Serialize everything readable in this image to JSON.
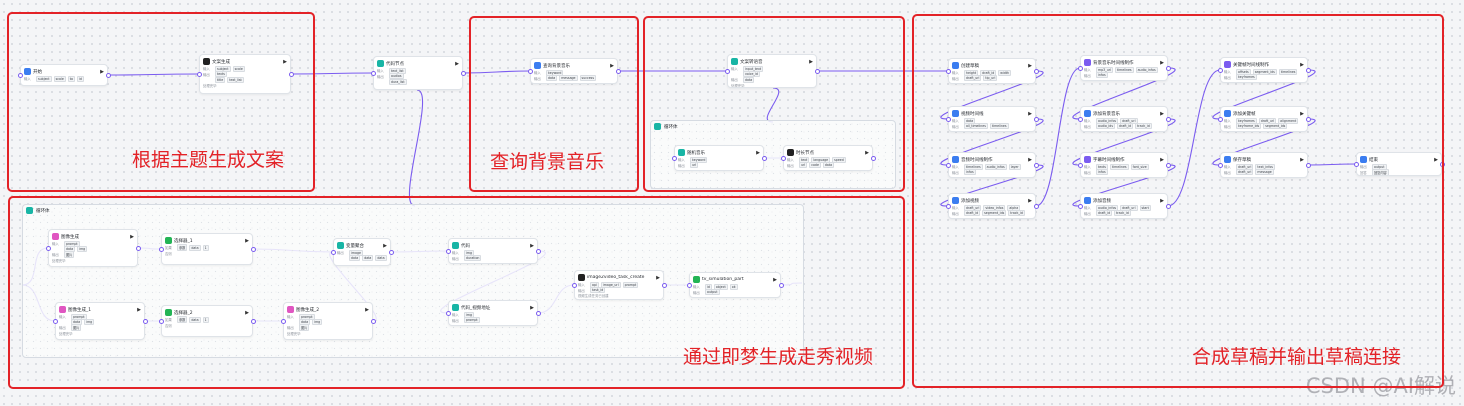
{
  "sections": [
    {
      "caption": "根据主题生成文案"
    },
    {
      "caption": "查询背景音乐"
    },
    {
      "caption": ""
    },
    {
      "caption": "通过即梦生成走秀视频"
    },
    {
      "caption": "合成草稿并输出草稿连接"
    }
  ],
  "groups": {
    "music_loop": {
      "title": "循环体"
    },
    "video_loop": {
      "title": "循环体"
    }
  },
  "nodes": {
    "start": {
      "title": "开始",
      "rows": [
        {
          "key": "输入",
          "chips": [
            "subject",
            "scale",
            "ta",
            "id"
          ]
        }
      ]
    },
    "llm1": {
      "title": "文案生成",
      "rows": [
        {
          "key": "输入",
          "chips": [
            "subject",
            "scale"
          ]
        },
        {
          "key": "输出",
          "chips": [
            "texts"
          ]
        },
        {
          "key": "",
          "chips": [
            "title",
            "text_list"
          ]
        }
      ],
      "sub": "处理完毕"
    },
    "code1": {
      "title": "代码节点",
      "rows": [
        {
          "key": "输入",
          "chips": [
            "text_list"
          ]
        },
        {
          "key": "输出",
          "chips": [
            "audios"
          ]
        },
        {
          "key": "",
          "chips": [
            "dura_list"
          ]
        }
      ]
    },
    "music": {
      "title": "查询背景音乐",
      "rows": [
        {
          "key": "输入",
          "chips": [
            "keyword"
          ]
        },
        {
          "key": "输出",
          "chips": [
            "data",
            "message",
            "success"
          ]
        }
      ]
    },
    "audio": {
      "title": "文案转语音",
      "rows": [
        {
          "key": "输入",
          "chips": [
            "input_text"
          ]
        },
        {
          "key": "",
          "chips": [
            "voice_id"
          ]
        },
        {
          "key": "输出",
          "chips": [
            "data"
          ]
        }
      ],
      "sub": "处理完毕"
    },
    "mloop_a": {
      "title": "随机音乐",
      "rows": [
        {
          "key": "输入",
          "chips": [
            "keyword"
          ]
        },
        {
          "key": "输出",
          "chips": [
            "url"
          ]
        }
      ]
    },
    "mloop_b": {
      "title": "时长节点",
      "rows": [
        {
          "key": "输入",
          "chips": [
            "text",
            "language",
            "speed"
          ]
        },
        {
          "key": "输出",
          "chips": [
            "url",
            "code",
            "data"
          ]
        }
      ]
    },
    "v_img1": {
      "title": "图像生成",
      "rows": [
        {
          "key": "输入",
          "chips": [
            "prompt"
          ]
        },
        {
          "key": "",
          "chips": [
            "data",
            "img"
          ]
        },
        {
          "key": "输出",
          "chips": [
            "图片"
          ]
        }
      ],
      "sub": "处理完毕"
    },
    "v_sel1": {
      "title": "选择器_1",
      "rows": [
        {
          "key": "如果",
          "chips": [
            "参数",
            "data",
            "1"
          ]
        },
        {
          "key": "否则",
          "chips": []
        }
      ]
    },
    "v_img2": {
      "title": "图像生成_1",
      "rows": [
        {
          "key": "输入",
          "chips": [
            "prompt"
          ]
        },
        {
          "key": "",
          "chips": [
            "data",
            "img"
          ]
        },
        {
          "key": "输出",
          "chips": [
            "图片"
          ]
        }
      ],
      "sub": "处理完毕"
    },
    "v_sel2": {
      "title": "选择器_2",
      "rows": [
        {
          "key": "如果",
          "chips": [
            "参数",
            "data",
            "1"
          ]
        },
        {
          "key": "否则",
          "chips": []
        }
      ]
    },
    "v_img3": {
      "title": "图像生成_2",
      "rows": [
        {
          "key": "输入",
          "chips": [
            "prompt"
          ]
        },
        {
          "key": "",
          "chips": [
            "data",
            "img"
          ]
        },
        {
          "key": "输出",
          "chips": [
            "图片"
          ]
        }
      ],
      "sub": "处理完毕"
    },
    "v_merge": {
      "title": "变量聚合",
      "rows": [
        {
          "key": "输出",
          "chips": [
            "image"
          ]
        },
        {
          "key": "",
          "chips": [
            "data",
            "data",
            "data"
          ]
        }
      ]
    },
    "v_code": {
      "title": "代码",
      "rows": [
        {
          "key": "输入",
          "chips": [
            "img"
          ]
        },
        {
          "key": "输出",
          "chips": [
            "duration"
          ]
        }
      ]
    },
    "v_gen": {
      "title": "image2video_task_create",
      "rows": [
        {
          "key": "输入",
          "chips": [
            "api",
            "image_url",
            "prompt"
          ]
        },
        {
          "key": "输出",
          "chips": [
            "task_id"
          ]
        }
      ],
      "sub": "视频生成任务已创建"
    },
    "v_query": {
      "title": "代码_视频地址",
      "rows": [
        {
          "key": "输入",
          "chips": [
            "img"
          ]
        },
        {
          "key": "输出",
          "chips": [
            "prompt"
          ]
        }
      ]
    },
    "v_part": {
      "title": "tv_simulation_part",
      "rows": [
        {
          "key": "输入",
          "chips": [
            "id",
            "object",
            "ok"
          ]
        },
        {
          "key": "输出",
          "chips": [
            "output"
          ]
        }
      ]
    },
    "c_a1": {
      "title": "创建草稿",
      "rows": [
        {
          "key": "输入",
          "chips": [
            "height",
            "draft_id",
            "width"
          ]
        },
        {
          "key": "输出",
          "chips": [
            "draft_url",
            "tip_url"
          ]
        }
      ]
    },
    "c_a2": {
      "title": "视频时间线",
      "rows": [
        {
          "key": "输入",
          "chips": [
            "data"
          ]
        },
        {
          "key": "输出",
          "chips": [
            "all_timelines",
            "timelines"
          ]
        }
      ]
    },
    "c_a3": {
      "title": "音频时间线制作",
      "rows": [
        {
          "key": "输入",
          "chips": [
            "timelines",
            "audio_infos",
            "layer"
          ]
        },
        {
          "key": "输出",
          "chips": [
            "infos"
          ]
        }
      ]
    },
    "c_a4": {
      "title": "添加视频",
      "rows": [
        {
          "key": "输入",
          "chips": [
            "draft_url",
            "video_infos",
            "alpha"
          ]
        },
        {
          "key": "输出",
          "chips": [
            "draft_id",
            "segment_ids",
            "track_id"
          ]
        }
      ]
    },
    "c_b1": {
      "title": "背景音乐时间线制作",
      "rows": [
        {
          "key": "输入",
          "chips": [
            "mp3_url",
            "timelines",
            "audio_infos"
          ]
        },
        {
          "key": "输出",
          "chips": [
            "infos"
          ]
        }
      ]
    },
    "c_b2": {
      "title": "添加背景音乐",
      "rows": [
        {
          "key": "输入",
          "chips": [
            "audio_infos",
            "draft_url"
          ]
        },
        {
          "key": "输出",
          "chips": [
            "audio_ids",
            "draft_id",
            "track_id"
          ]
        }
      ]
    },
    "c_b3": {
      "title": "字幕时间线制作",
      "rows": [
        {
          "key": "输入",
          "chips": [
            "texts",
            "timelines",
            "font_size"
          ]
        },
        {
          "key": "输出",
          "chips": [
            "infos"
          ]
        }
      ]
    },
    "c_b4": {
      "title": "添加音频",
      "rows": [
        {
          "key": "输入",
          "chips": [
            "audio_infos",
            "draft_url",
            "start"
          ]
        },
        {
          "key": "输出",
          "chips": [
            "draft_id",
            "track_id"
          ]
        }
      ]
    },
    "c_c1": {
      "title": "关键帧时间线制作",
      "rows": [
        {
          "key": "输入",
          "chips": [
            "offsets",
            "segment_ids",
            "timelines"
          ]
        },
        {
          "key": "输出",
          "chips": [
            "keyframes"
          ]
        }
      ]
    },
    "c_c2": {
      "title": "添加关键帧",
      "rows": [
        {
          "key": "输入",
          "chips": [
            "keyframes",
            "draft_url",
            "alignment"
          ]
        },
        {
          "key": "输出",
          "chips": [
            "keyframe_ids",
            "segment_ids"
          ]
        }
      ]
    },
    "c_c3": {
      "title": "保存草稿",
      "rows": [
        {
          "key": "输入",
          "chips": [
            "draft_url",
            "text_infos"
          ]
        },
        {
          "key": "输出",
          "chips": [
            "draft_url",
            "message"
          ]
        }
      ]
    },
    "end": {
      "title": "结束",
      "rows": [
        {
          "key": "输出",
          "chips": [
            "output"
          ]
        },
        {
          "key": "回答",
          "chips": [
            "回复内容"
          ]
        }
      ]
    }
  },
  "watermark": "CSDN @AI解说",
  "colors": {
    "selection": "#e32227",
    "wire": "#7b5cf0"
  }
}
